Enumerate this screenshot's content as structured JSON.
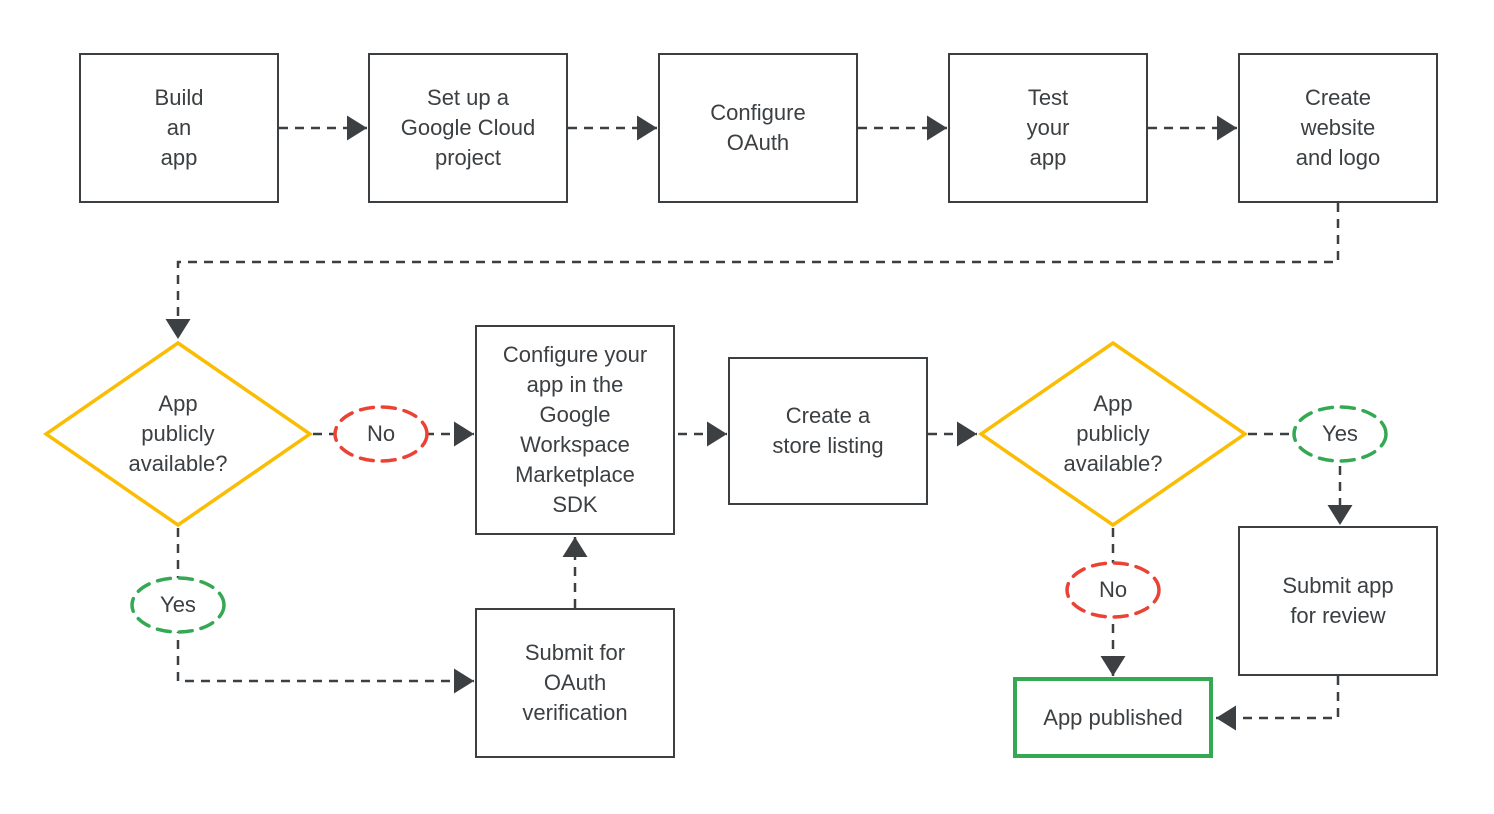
{
  "colors": {
    "line": "#3c4043",
    "text": "#3c4043",
    "box_border": "#3c4043",
    "decision_border": "#fbbc04",
    "yes_border": "#34a853",
    "no_border": "#ea4335",
    "published_border": "#34a853",
    "background": "#ffffff"
  },
  "nodes": {
    "build_app": {
      "label": "Build\nan\napp"
    },
    "setup_cloud_project": {
      "label": "Set up a\nGoogle Cloud\nproject"
    },
    "configure_oauth": {
      "label": "Configure\nOAuth"
    },
    "test_app": {
      "label": "Test\nyour\napp"
    },
    "create_website_logo": {
      "label": "Create\nwebsite\nand logo"
    },
    "decision_public_1": {
      "label": "App\npublicly\navailable?"
    },
    "no_1": {
      "label": "No"
    },
    "configure_marketplace_sdk": {
      "label": "Configure your\napp in the\nGoogle\nWorkspace\nMarketplace\nSDK"
    },
    "create_store_listing": {
      "label": "Create a\nstore listing"
    },
    "decision_public_2": {
      "label": "App\npublicly\navailable?"
    },
    "yes_2": {
      "label": "Yes"
    },
    "submit_app_review": {
      "label": "Submit app\nfor review"
    },
    "no_2": {
      "label": "No"
    },
    "app_published": {
      "label": "App published"
    },
    "yes_1": {
      "label": "Yes"
    },
    "submit_oauth_verification": {
      "label": "Submit for\nOAuth\nverification"
    }
  }
}
